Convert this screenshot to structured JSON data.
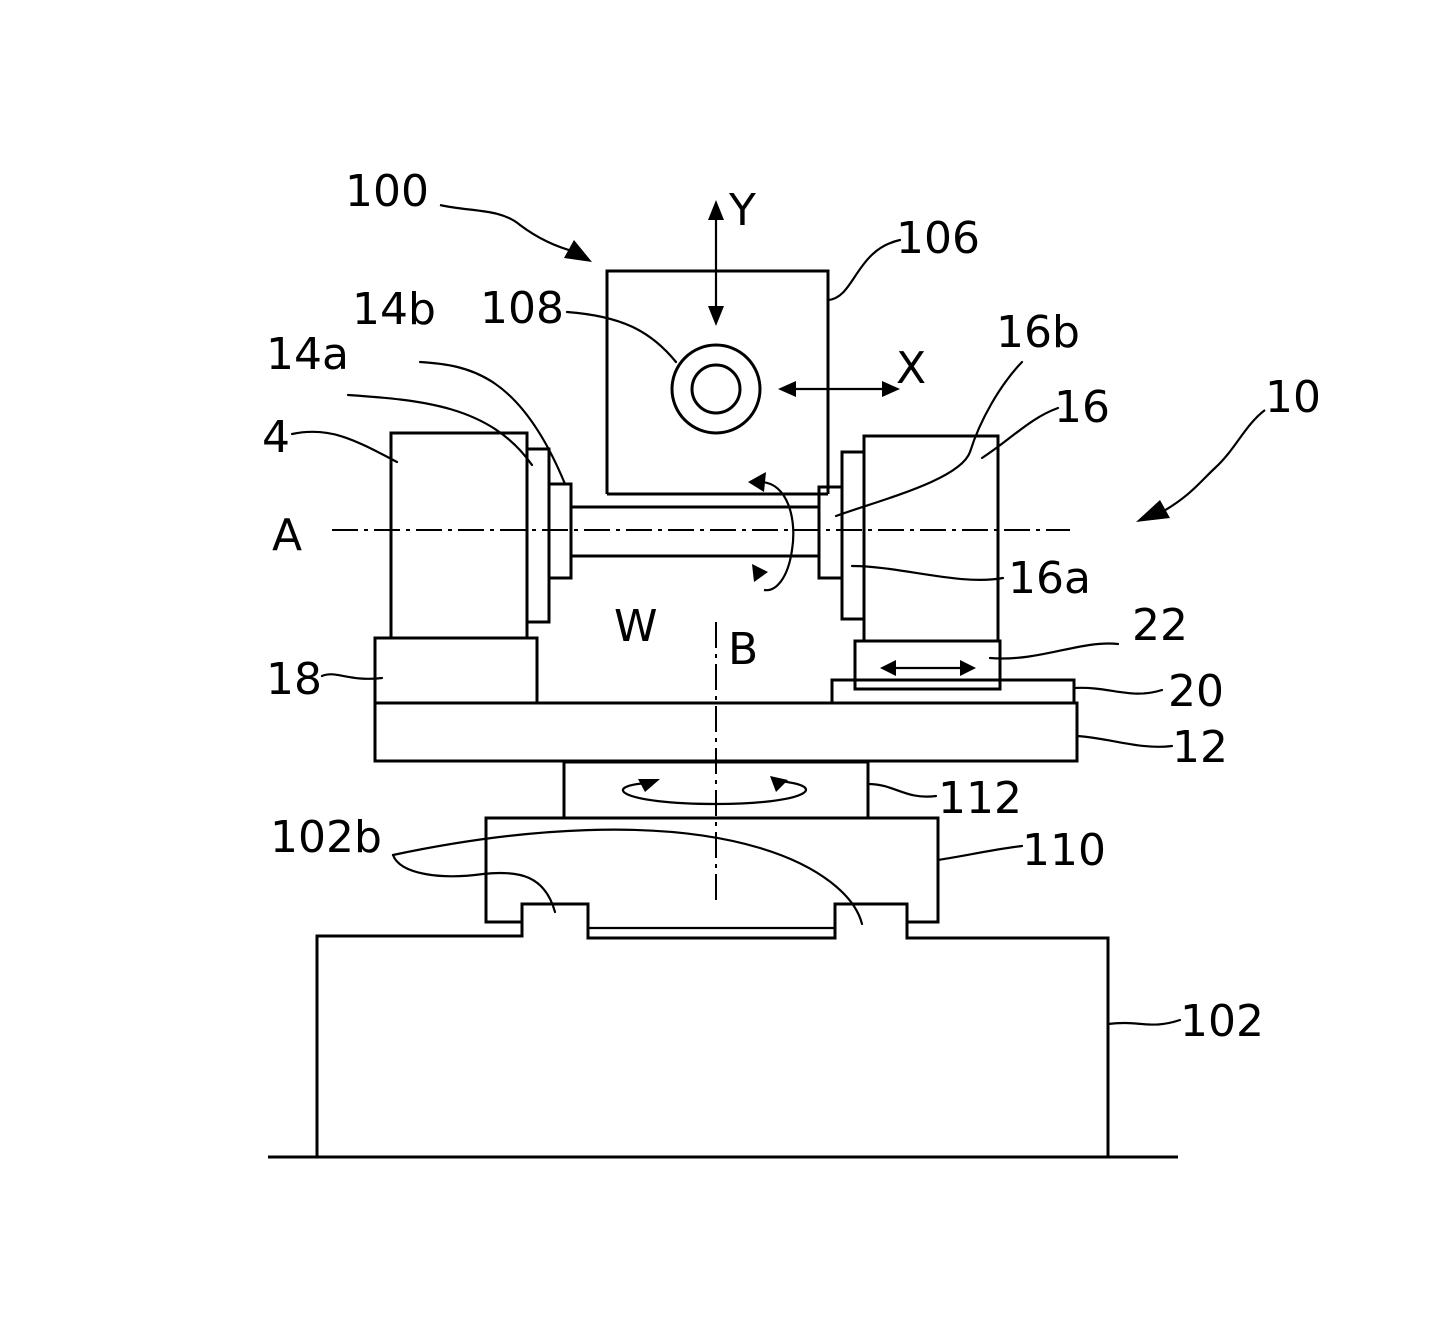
{
  "labels": {
    "assembly_100": "100",
    "assembly_10": "10",
    "part_106": "106",
    "part_108": "108",
    "part_14a": "14a",
    "part_14b": "14b",
    "part_4": "4",
    "part_16b": "16b",
    "part_16": "16",
    "part_16a": "16a",
    "part_22": "22",
    "part_20": "20",
    "part_18": "18",
    "part_12": "12",
    "part_112": "112",
    "part_110": "110",
    "part_102b": "102b",
    "part_102": "102",
    "axis_a": "A",
    "axis_b": "B",
    "workpiece_w": "W",
    "dir_x": "X",
    "dir_y": "Y"
  }
}
